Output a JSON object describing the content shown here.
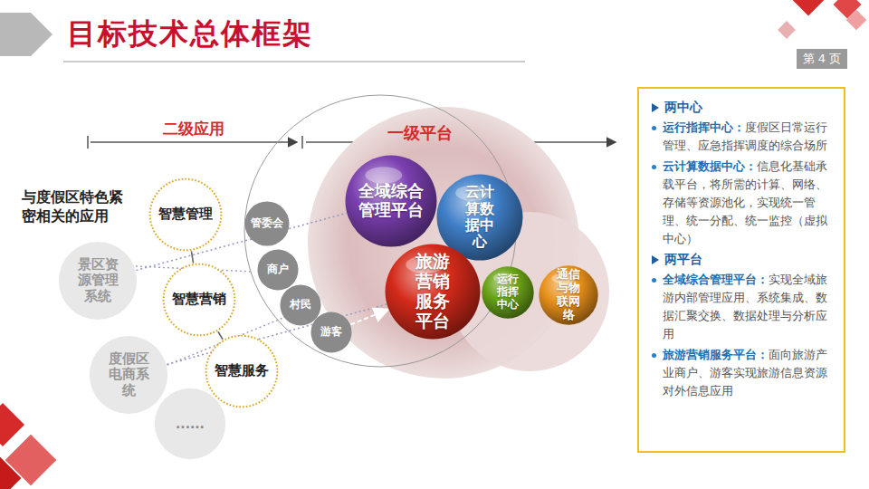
{
  "diagram": {
    "title": "目标技术总体框架",
    "nodes": [
      {
        "text": [
          "智慧管理"
        ]
      },
      {
        "text": [
          "景区资源管理系统"
        ]
      },
      {
        "text": [
          "智慧营销"
        ]
      },
      {
        "text": [
          "度假区电商系统"
        ]
      },
      {
        "text": [
          "智慧服务"
        ]
      },
      {
        "text": [
          "......"
        ]
      },
      {
        "text": [
          "管委会"
        ]
      },
      {
        "text": [
          "商户"
        ]
      },
      {
        "text": [
          "村民"
        ]
      },
      {
        "text": [
          "游客"
        ]
      },
      {
        "text": [
          "全域综合管理平台"
        ]
      },
      {
        "text": [
          "云计算数据中心"
        ]
      },
      {
        "text": [
          "旅游营销服务平台"
        ]
      },
      {
        "text": [
          "运行指挥中心"
        ]
      },
      {
        "text": [
          "通信与物联网络"
        ]
      },
      {
        "text": [
          "两中心",
          "运行指挥中心：",
          "度假区日常运行管理、应急指挥调度的综合场所",
          "云计算数据中心：",
          "信息化基础承载平台，将所需的计算、网络、存储等资源池化，实现统一管理、统一分配、统一监控（虚拟中心）",
          "两平台",
          "全域综合管理平台：",
          "实现全域旅游内部管理应用、系统集成、数据汇聚交换、数据处理与分析应用",
          "旅游营销服务平台：",
          "面向旅游产业商户、游客实现旅游信息资源对外信息应用"
        ]
      }
    ],
    "edges": [
      {
        "from": 0,
        "to": 2,
        "arrow": "none"
      },
      {
        "from": 2,
        "to": 4,
        "arrow": "none"
      },
      {
        "from": 1,
        "to": 10,
        "arrow": "none"
      },
      {
        "from": 3,
        "to": 12,
        "arrow": "none"
      },
      {
        "from": 9,
        "to": 12,
        "arrow": "to"
      }
    ],
    "labels": [
      "二级应用",
      "一级平台",
      "与度假区特色紧密相关的应用",
      "第 4 页"
    ]
  }
}
